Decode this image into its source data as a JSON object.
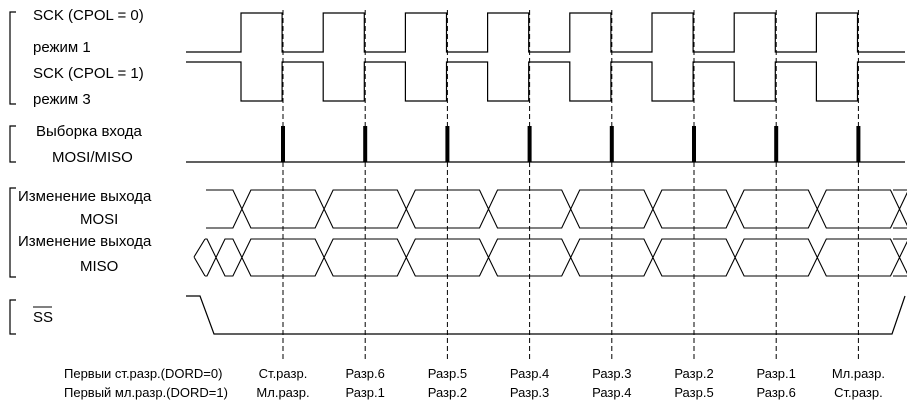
{
  "signals": {
    "sck_mode1_title": "SCK (CPOL = 0)",
    "sck_mode1_sub": "режим 1",
    "sck_mode3_title": "SCK (CPOL = 1)",
    "sck_mode3_sub": "режим 3",
    "sample_line1": "Выборка входа",
    "sample_line2": "MOSI/MISO",
    "mosi_line1": "Изменение выхода",
    "mosi_line2": "MOSI",
    "miso_line1": "Изменение выхода",
    "miso_line2": "MISO",
    "ss_label": "SS"
  },
  "footer": {
    "row1_caption": "Первыи ст.разр.(DORD=0)",
    "row2_caption": "Первый мл.разр.(DORD=1)",
    "bits_row1": [
      "Ст.разр.",
      "Разр.6",
      "Разр.5",
      "Разр.4",
      "Разр.3",
      "Разр.2",
      "Разр.1",
      "Мл.разр."
    ],
    "bits_row2": [
      "Мл.разр.",
      "Разр.1",
      "Разр.2",
      "Разр.3",
      "Разр.4",
      "Разр.5",
      "Разр.6",
      "Ст.разр."
    ]
  }
}
